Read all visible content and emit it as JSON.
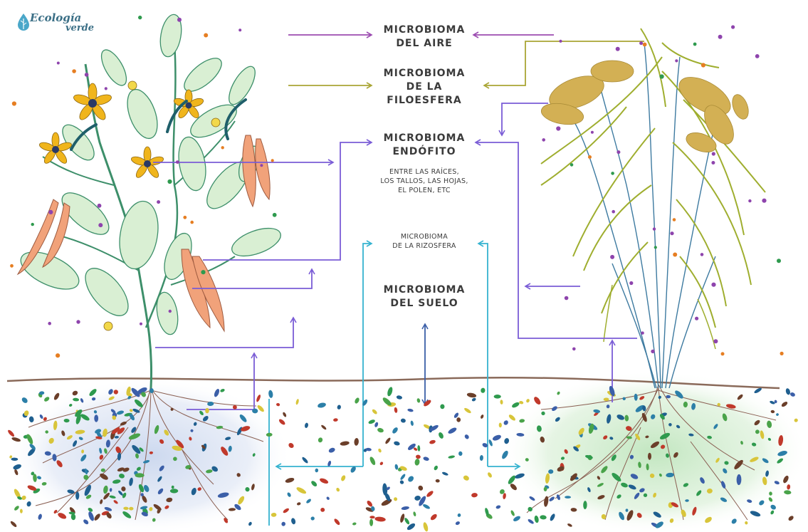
{
  "logo": {
    "line1": "Ecología",
    "line2": "verde"
  },
  "labels": {
    "aire": [
      "MICROBIOMA",
      "DEL AIRE"
    ],
    "filoesfera": [
      "MICROBIOMA",
      "DE LA",
      "FILOESFERA"
    ],
    "endofito": [
      "MICROBIOMA",
      "ENDÓFITO"
    ],
    "endofito_note": [
      "ENTRE LAS RAÍCES,",
      "LOS TALLOS, LAS HOJAS,",
      "EL POLEN, ETC"
    ],
    "rizosfera": [
      "MICROBIOMA",
      "DE LA RIZOSFERA"
    ],
    "suelo": [
      "MICROBIOMA",
      "DEL SUELO"
    ]
  },
  "colors": {
    "aire_arrow": "#9b4bb0",
    "filoesfera_arrow": "#a9a534",
    "endofito_arrow": "#7a5cd6",
    "rizosfera_arrow": "#35b3d0",
    "suelo_arrow": "#3b5fa8",
    "ground": "#8a6a5a",
    "leaf_fill": "#d9efd3",
    "leaf_stroke": "#3d8f6a",
    "grass": "#9fae2f",
    "stem": "#3d7aa0"
  }
}
